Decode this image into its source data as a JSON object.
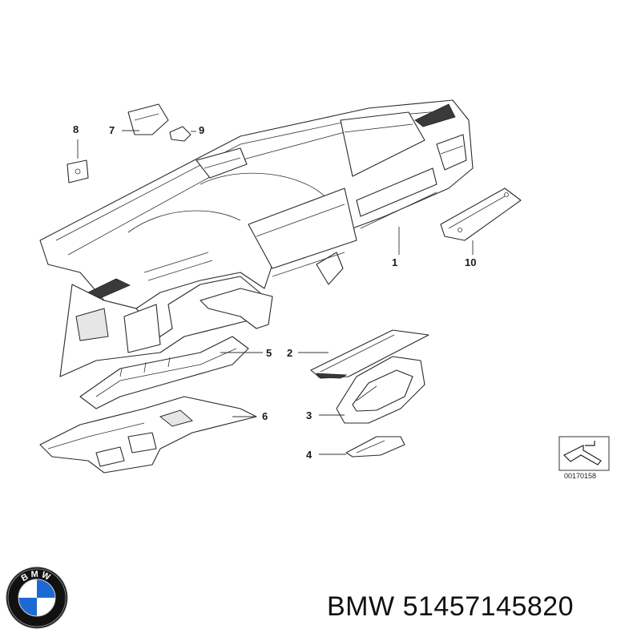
{
  "diagram": {
    "callouts": [
      "1",
      "2",
      "3",
      "4",
      "5",
      "6",
      "7",
      "8",
      "9",
      "10"
    ],
    "reference_code": "00170158"
  },
  "brand": {
    "name": "BMW",
    "part_number": "51457145820",
    "logo_letters": "BMW",
    "colors": {
      "blue": "#1c69d4",
      "ring": "#111111",
      "white": "#ffffff"
    }
  }
}
